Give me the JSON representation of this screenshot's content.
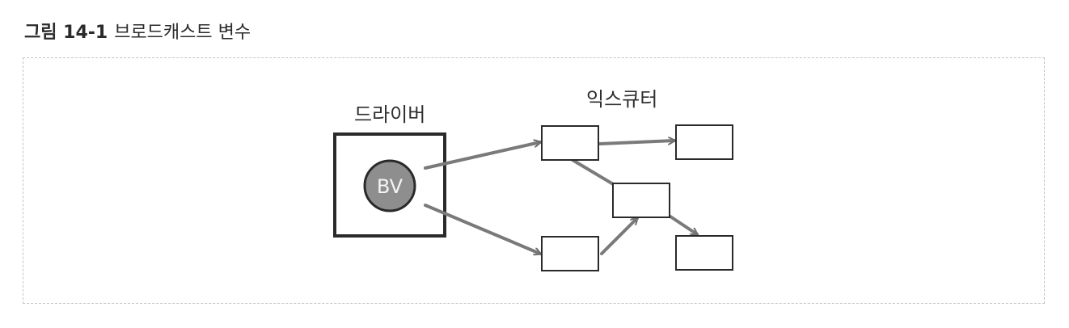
{
  "figure": {
    "label": "그림 14-1",
    "title": "브로드캐스트 변수"
  },
  "diagram": {
    "driver_label": "드라이버",
    "executor_label": "익스큐터",
    "broadcast_variable": "BV"
  },
  "colors": {
    "box_stroke": "#2a2a2a",
    "arrow": "#7a7a7a",
    "circle_fill": "#8e8e8e",
    "circle_stroke": "#2a2a2a",
    "circle_text": "#f4f4f4",
    "frame_border": "#c4c4c4"
  }
}
